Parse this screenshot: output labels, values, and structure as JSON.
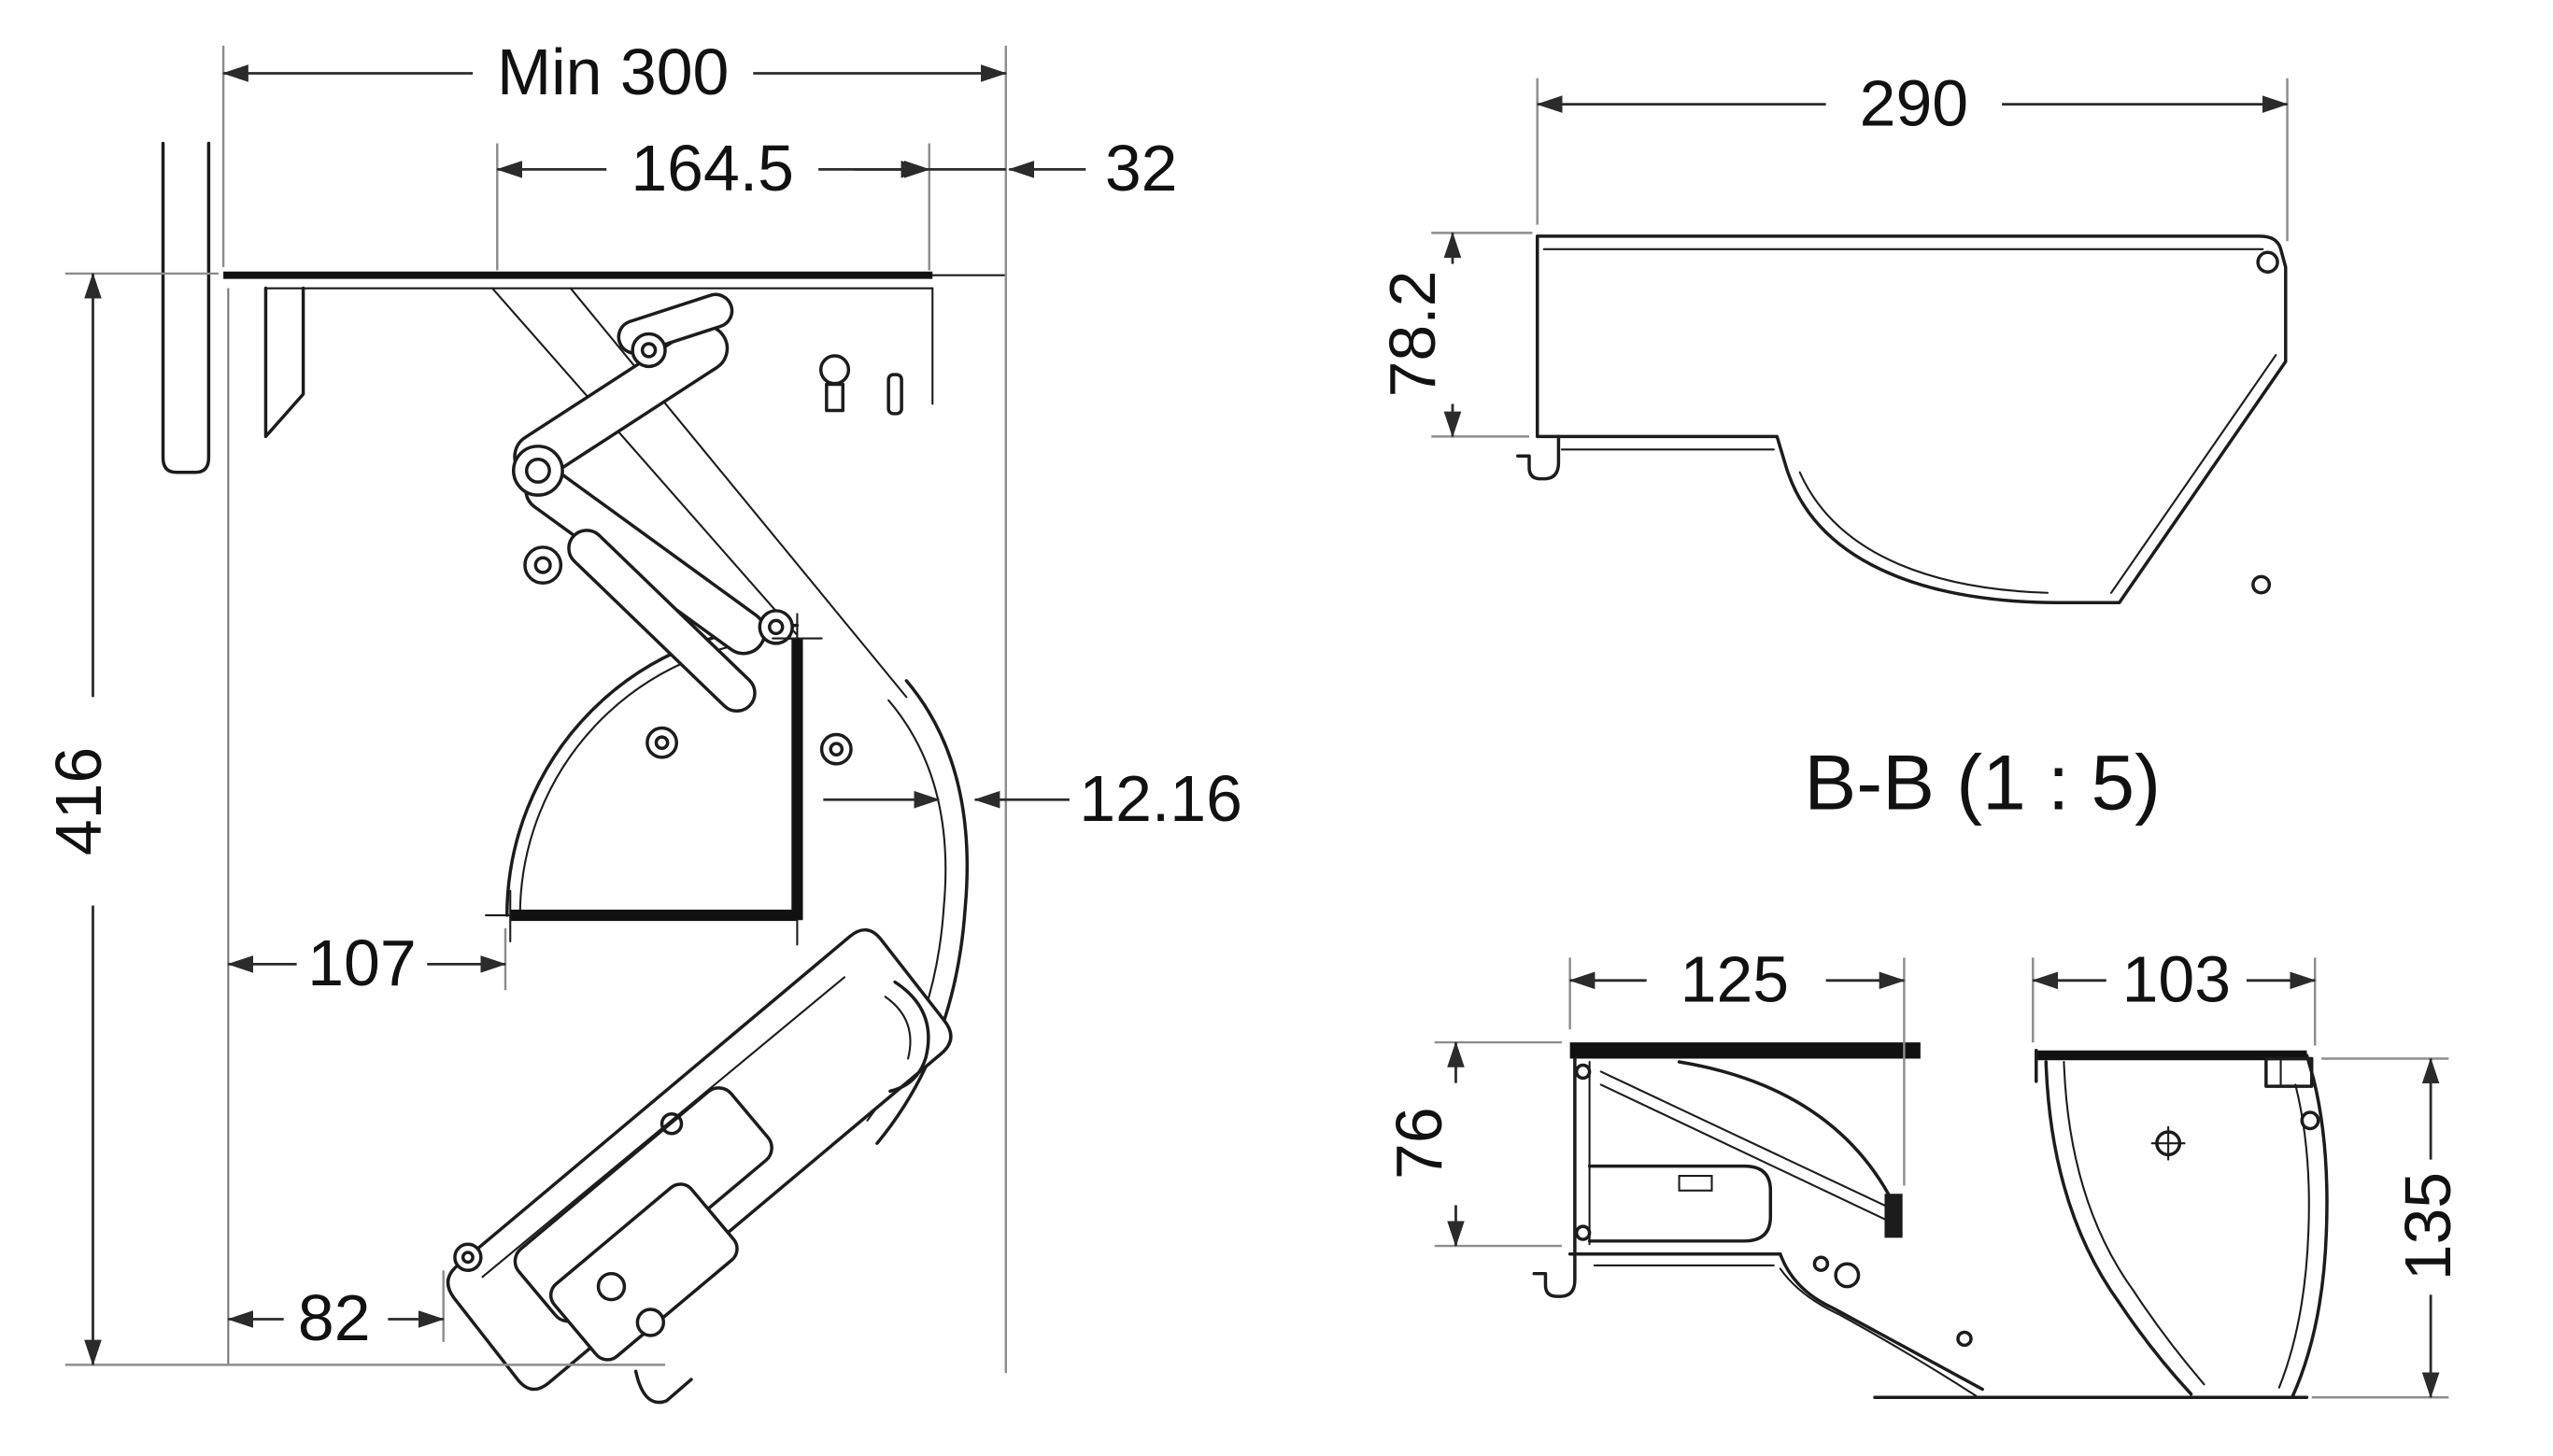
{
  "page": {
    "background": "#ffffff",
    "ink_color": "#1c1c1c",
    "dim_color": "#2b2b2b",
    "ext_color": "#8d8d8d"
  },
  "views": {
    "side_view": {
      "name": "side-elevation",
      "dims": {
        "min_width": "Min 300",
        "arm_reach": "164.5",
        "edge_offset": "32",
        "total_height": "416",
        "panel_thickness": "12.16",
        "pivot_offset": "107",
        "bottom_offset": "82"
      }
    },
    "front_view": {
      "name": "front-elevation",
      "dims": {
        "width": "290",
        "height": "78.2"
      }
    },
    "section_view": {
      "label": "B-B (1 : 5)",
      "dims": {
        "left_width": "125",
        "right_width": "103",
        "left_height": "76",
        "right_height": "135"
      }
    }
  }
}
